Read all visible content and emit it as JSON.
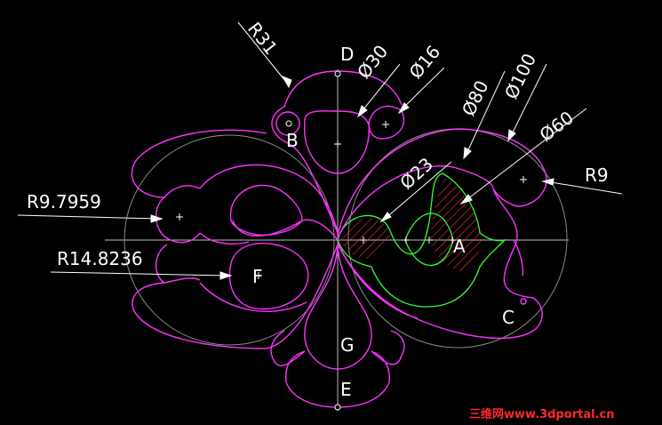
{
  "colors": {
    "background": "#000000",
    "magenta": "#ff33ff",
    "green": "#33ff33",
    "gray": "#8a8a8a",
    "white": "#ffffff",
    "hatch": "#ff3333",
    "watermark": "#ff2a2a"
  },
  "points": {
    "A": "A",
    "B": "B",
    "C": "C",
    "D": "D",
    "E": "E",
    "F": "F",
    "G": "G"
  },
  "dimensions": {
    "r31": "R31",
    "d30": "Ø30",
    "d16": "Ø16",
    "d80": "Ø80",
    "d100": "Ø100",
    "d60": "Ø60",
    "r9": "R9",
    "d23": "Ø23",
    "r9_7959": "R9.7959",
    "r14_8236": "R14.8236"
  },
  "watermark": "三维网www.3dportal.cn"
}
